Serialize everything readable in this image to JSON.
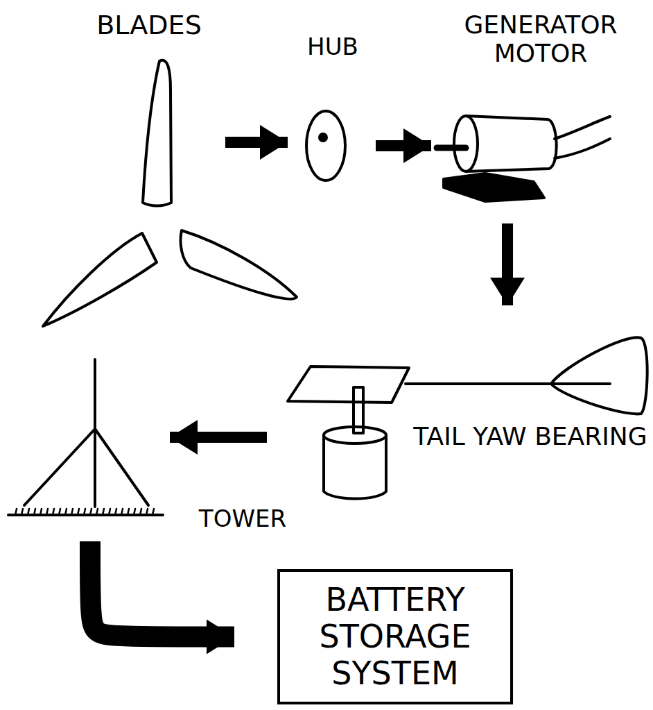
{
  "diagram": {
    "nodes": [
      {
        "text": [
          "BLADES"
        ]
      },
      {
        "text": [
          "HUB"
        ]
      },
      {
        "text": [
          "GENERATOR MOTOR"
        ]
      },
      {
        "text": [
          "TAIL YAW BEARING"
        ]
      },
      {
        "text": [
          "TOWER"
        ]
      },
      {
        "text": [
          "BATTERY STORAGE SYSTEM"
        ]
      }
    ],
    "edges": [
      {
        "from": 0,
        "to": 1,
        "arrow": "to"
      },
      {
        "from": 1,
        "to": 2,
        "arrow": "to"
      },
      {
        "from": 2,
        "to": 3,
        "arrow": "to"
      },
      {
        "from": 3,
        "to": 4,
        "arrow": "to"
      },
      {
        "from": 4,
        "to": 5,
        "arrow": "to"
      }
    ]
  }
}
